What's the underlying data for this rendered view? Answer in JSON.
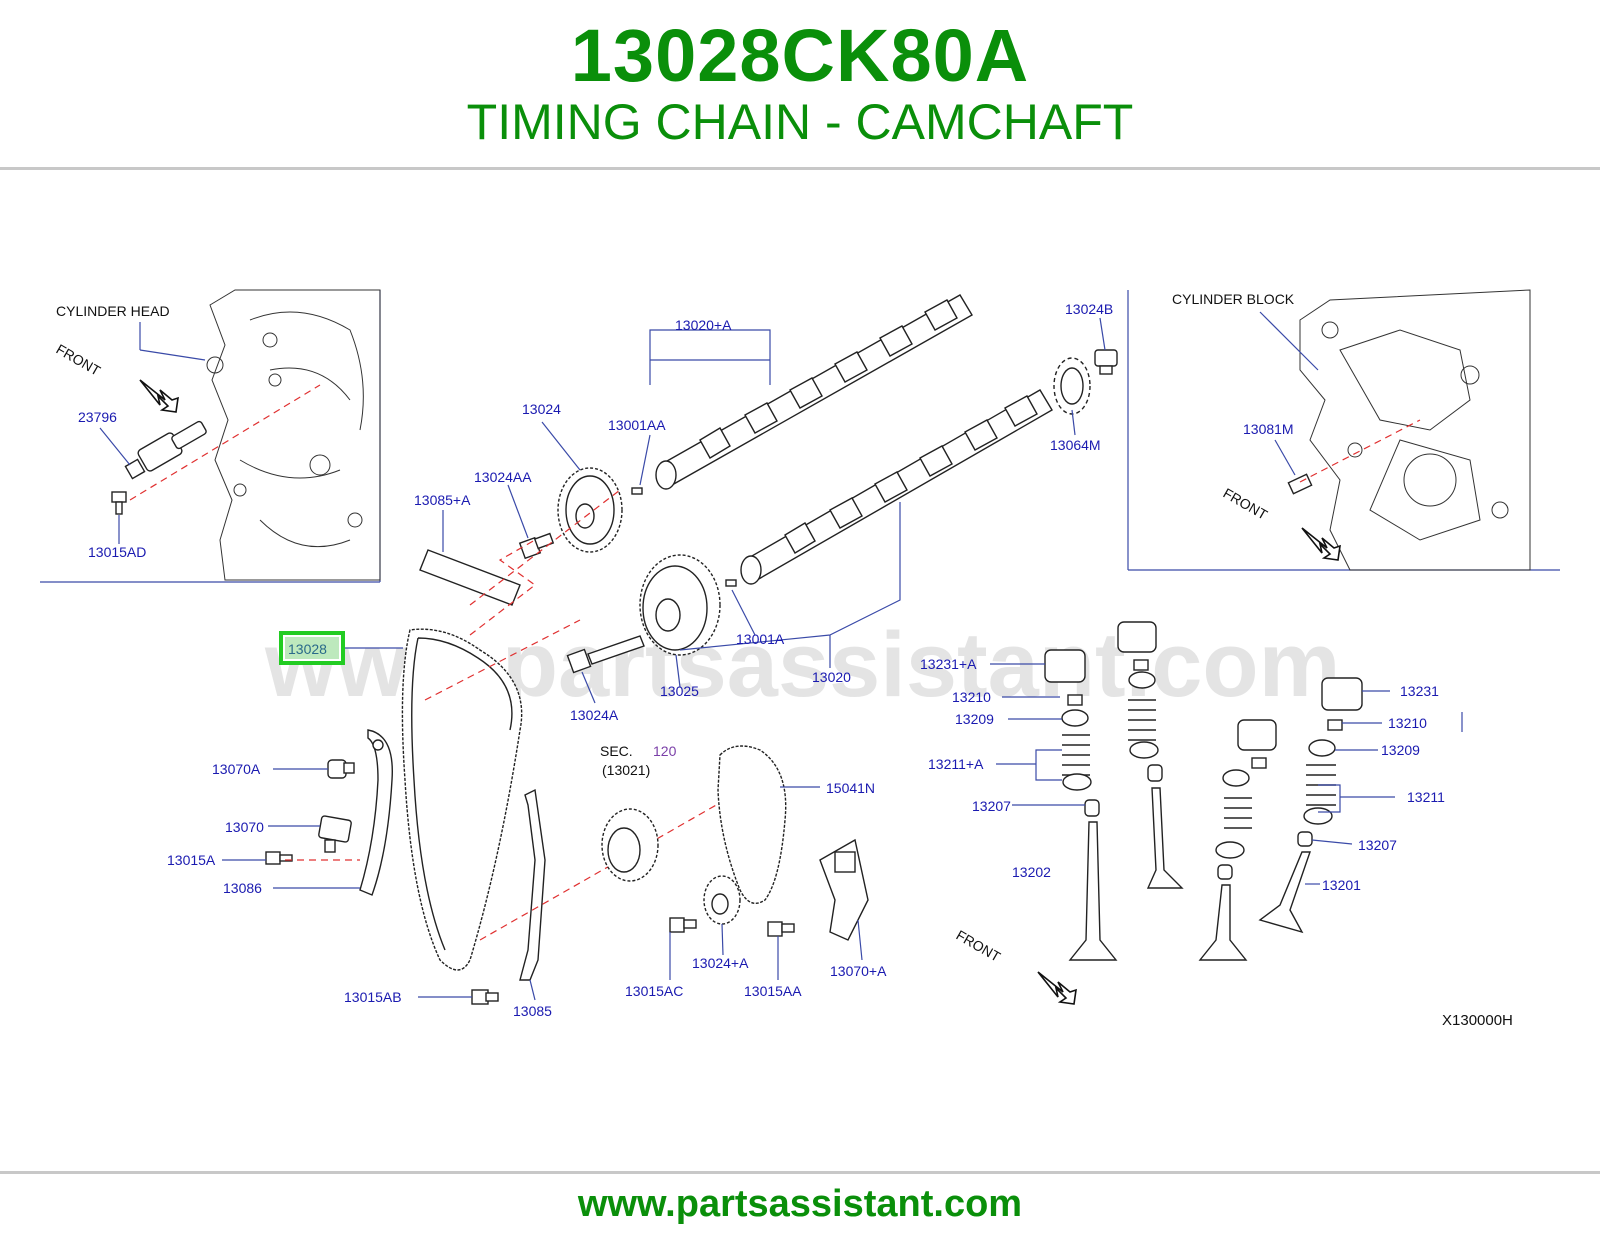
{
  "header": {
    "part_number": "13028CK80A",
    "part_name": "TIMING CHAIN - CAMCHAFT"
  },
  "footer": {
    "url": "www.partsassistant.com"
  },
  "watermark": "www.partsassistant.com",
  "colors": {
    "brand_green": "#0a8f0a",
    "label_blue": "#1a1ab0",
    "highlight": "#22cc22",
    "guide_red": "#e03030"
  },
  "diagram": {
    "code": "X130000H",
    "highlighted_part": "13028",
    "insets": {
      "cylinder_head": "CYLINDER   HEAD",
      "cylinder_block": "CYLINDER   BLOCK",
      "front": "FRONT"
    },
    "section_ref": {
      "sec": "SEC.",
      "num": "120",
      "sub": "(13021)"
    },
    "labels": {
      "p23796": "23796",
      "p13015AD": "13015AD",
      "p13020A": "13020+A",
      "p13001AA": "13001AA",
      "p13024": "13024",
      "p13024AA": "13024AA",
      "p13085A": "13085+A",
      "p13024B": "13024B",
      "p13064M": "13064M",
      "p13081M": "13081M",
      "p13001A": "13001A",
      "p13020": "13020",
      "p13025": "13025",
      "p13024A": "13024A",
      "p13028": "13028",
      "p13070A": "13070A",
      "p13070": "13070",
      "p13015A": "13015A",
      "p13086": "13086",
      "p15041N": "15041N",
      "p13024A2": "13024+A",
      "p13015AC": "13015AC",
      "p13015AA": "13015AA",
      "p13070A2": "13070+A",
      "p13015AB": "13015AB",
      "p13085": "13085",
      "p13231A": "13231+A",
      "p13210a": "13210",
      "p13209a": "13209",
      "p13211A": "13211+A",
      "p13207a": "13207",
      "p13202": "13202",
      "p13231": "13231",
      "p13210b": "13210",
      "p13209b": "13209",
      "p13211": "13211",
      "p13207b": "13207",
      "p13201": "13201"
    }
  }
}
